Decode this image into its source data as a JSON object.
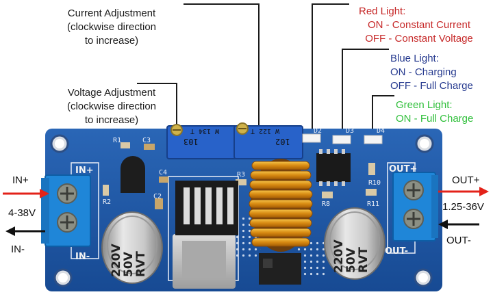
{
  "callouts": {
    "current_adjust": {
      "title": "Current Adjustment",
      "line2": "(clockwise direction",
      "line3": "to increase)"
    },
    "voltage_adjust": {
      "title": "Voltage Adjustment",
      "line2": "(clockwise direction",
      "line3": "to increase)"
    },
    "red_light": {
      "title": "Red Light:",
      "on": "ON - Constant Current",
      "off": "OFF - Constant Voltage"
    },
    "blue_light": {
      "title": "Blue Light:",
      "on": "ON - Charging",
      "off": "OFF - Full Charge"
    },
    "green_light": {
      "title": "Green Light:",
      "on": "ON - Full Charge"
    }
  },
  "terminals": {
    "in_plus": "IN+",
    "in_voltage": "4-38V",
    "in_minus": "IN-",
    "out_plus": "OUT+",
    "out_voltage": "1.25-36V",
    "out_minus": "OUT-"
  },
  "pcb_labels": {
    "in_plus": "IN+",
    "in_minus": "IN-",
    "out_plus": "OUT+",
    "out_minus": "OUT-",
    "pot1": "103",
    "pot1b": "W 134 T",
    "pot2": "102",
    "pot2b": "W 122 T",
    "r1": "R1",
    "c3": "C3",
    "r2": "R2",
    "c4": "C4",
    "c2": "C2",
    "r3": "R3",
    "d2": "D2",
    "d3": "D3",
    "d4": "D4",
    "r8": "R8",
    "r10": "R10",
    "r11": "R11",
    "cap_left": [
      "220V",
      "50V",
      "RVT"
    ],
    "cap_right": [
      "220V",
      "50V",
      "RVT"
    ]
  },
  "colors": {
    "pcb": "#1f58a8",
    "arrow_red": "#e32219",
    "terminal_blue": "#1e7fd0",
    "pot_blue": "#2862c9"
  }
}
